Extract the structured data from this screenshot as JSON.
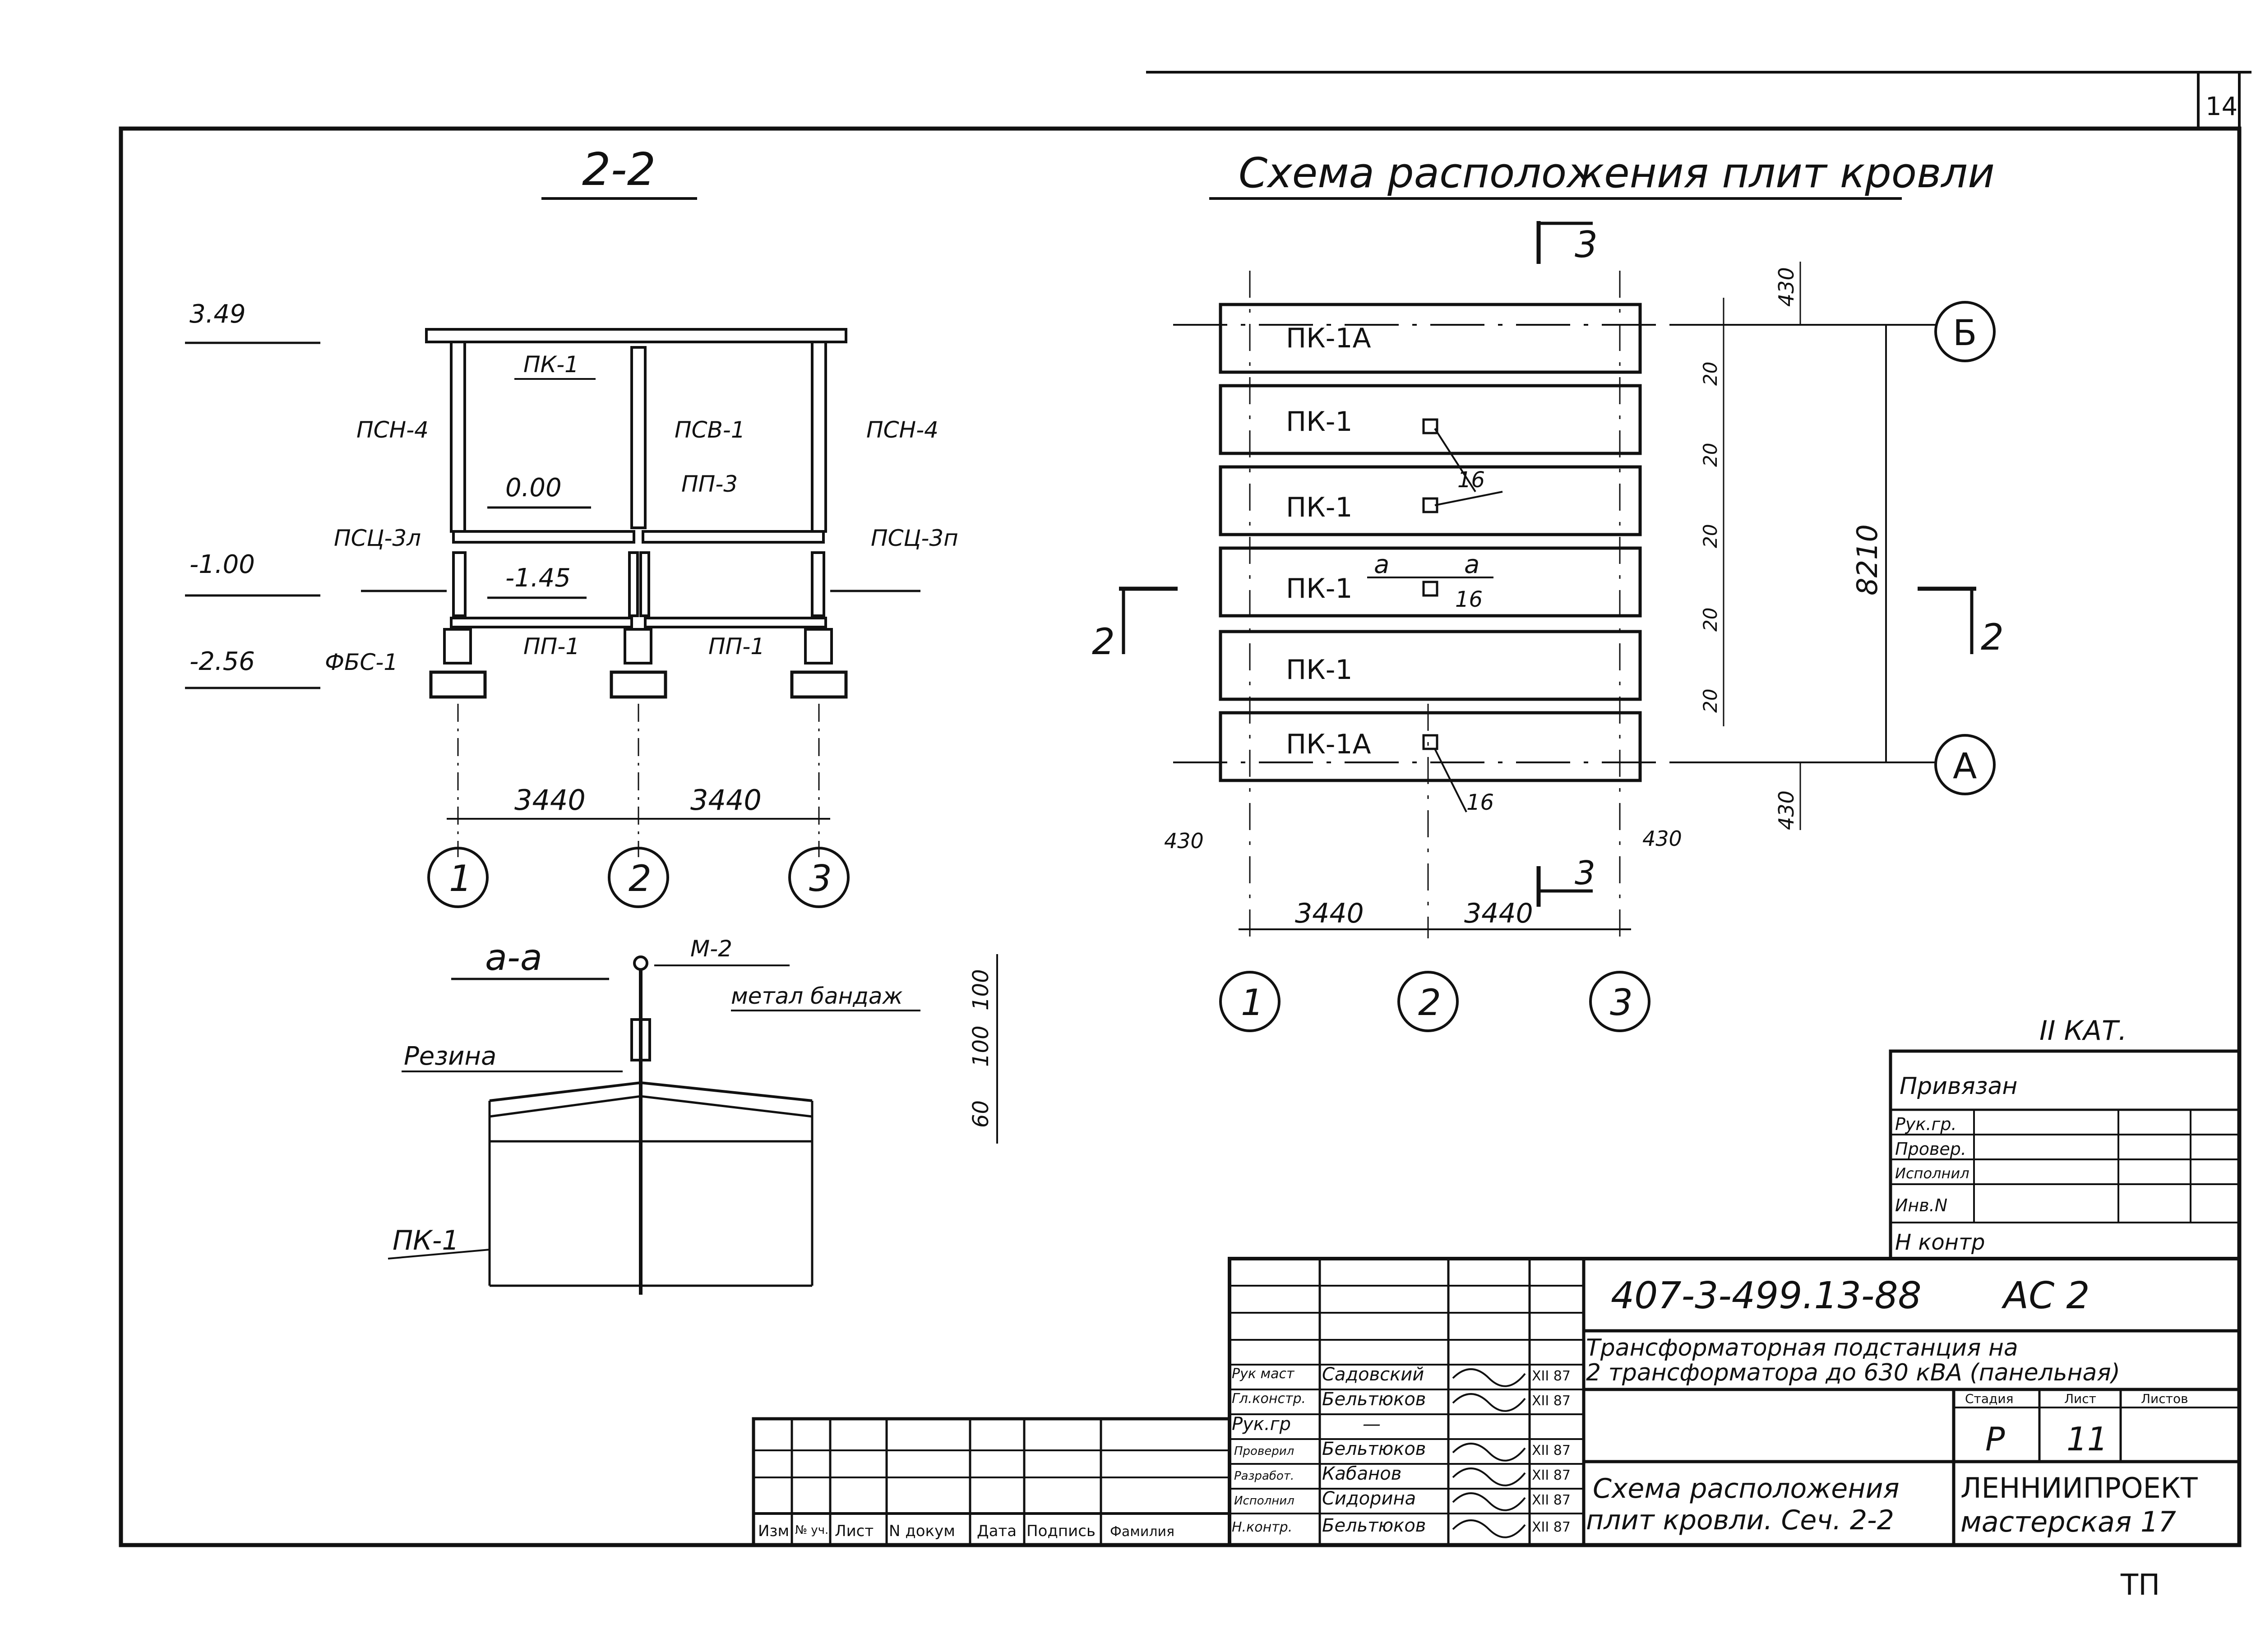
{
  "page": {
    "sheet_corner_number": "14",
    "bottom_right_mark": "ТП",
    "category": "II КАТ."
  },
  "section_22": {
    "title": "2-2",
    "elevations": [
      "3.49",
      "-1.00",
      "-2.56",
      "0.00",
      "-1.45"
    ],
    "labels": {
      "pk1": "ПК-1",
      "psn4_left": "ПСН-4",
      "psv1": "ПСВ-1",
      "psn4_right": "ПСН-4",
      "pp3": "ПП-3",
      "psc3l": "ПСЦ-3л",
      "psc3p": "ПСЦ-3п",
      "pp1_left": "ПП-1",
      "pp1_right": "ПП-1",
      "fbs1": "ФБС-1"
    },
    "dims": [
      "3440",
      "3440"
    ],
    "axes": [
      "1",
      "2",
      "3"
    ]
  },
  "section_aa": {
    "title": "а-а",
    "m2": "М-2",
    "band": "метал бандаж",
    "rubber": "Резина",
    "pk1": "ПК-1",
    "dims": [
      "100",
      "100",
      "60"
    ]
  },
  "plan": {
    "title": "Схема расположения плит кровли",
    "cut3": "3",
    "cut2": "2",
    "slabs": [
      "ПК-1А",
      "ПК-1",
      "ПК-1",
      "ПК-1",
      "ПК-1",
      "ПК-1А"
    ],
    "gap": "20",
    "overhang": "430",
    "span": "8210",
    "dims": [
      "3440",
      "3440"
    ],
    "hole": "16",
    "a_mark": "а",
    "axes_bottom": [
      "1",
      "2",
      "3"
    ],
    "axes_side": [
      "Б",
      "А"
    ]
  },
  "binding_table": {
    "title": "Привязан",
    "rows": [
      "Рук.гр.",
      "Провер.",
      "Исполнил",
      "Инв.N",
      "Н контр"
    ]
  },
  "title_block": {
    "code": "407-3-499.13-88",
    "sheet_code": "АС 2",
    "project_line1": "Трансформаторная подстанция на",
    "project_line2": "2 трансформатора до 630 кВА (панельная)",
    "drawing_line1": "Схема расположения",
    "drawing_line2": "плит кровли. Сеч. 2-2",
    "org_line1": "ЛЕННИИПРОЕКТ",
    "org_line2": "мастерская 17",
    "stage_header": "Стадия",
    "sheet_header": "Лист",
    "sheets_header": "Листов",
    "stage": "Р",
    "sheet": "11",
    "roles": [
      "Рук маст",
      "Гл.констр.",
      "Рук.гр",
      "Проверил",
      "Разработ.",
      "Исполнил",
      "Н.контр."
    ],
    "names": [
      "Садовский",
      "Бельтюков",
      "—",
      "Бельтюков",
      "Кабанов",
      "Сидорина",
      "Бельтюков"
    ],
    "dates": [
      "XII 87",
      "XII 87",
      "",
      "XII 87",
      "XII 87",
      "XII 87",
      "XII 87"
    ],
    "rev_headers": [
      "Изм",
      "№ уч.",
      "Лист",
      "N докум",
      "Дата",
      "Подпись",
      "Фамилия"
    ]
  }
}
